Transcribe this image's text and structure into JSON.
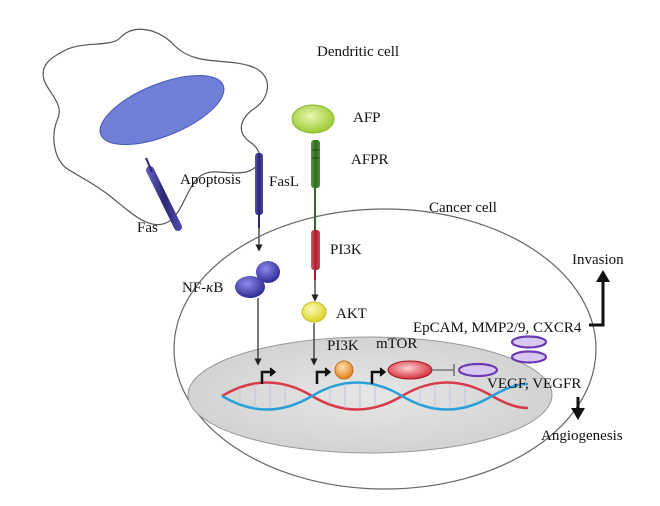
{
  "labels": {
    "dendritic_cell": "Dendritic cell",
    "afp": "AFP",
    "afpr": "AFPR",
    "apoptosis": "Apoptosis",
    "fasl": "FasL",
    "fas": "Fas",
    "cancer_cell": "Cancer cell",
    "pi3k_receptor": "PI3K",
    "nfkb_prefix": "NF-",
    "nfkb_kappa": "κ",
    "nfkb_suffix": "B",
    "akt": "AKT",
    "pi3k_nucleus": "PI3K",
    "mtor": "mTOR",
    "invasion": "Invasion",
    "markers": "EpCAM, MMP2/9, CXCR4",
    "vegf": "VEGF, VEGFR",
    "angiogenesis": "Angiogenesis"
  },
  "colors": {
    "nucleus_fill": "#6f7fd6",
    "fas_bar": "#2f2a78",
    "afp": "#a9d84a",
    "afpr": "#3d7a2a",
    "pi3k_bar": "#b8283a",
    "nfkb": "#3c3aa8",
    "akt": "#e8e03a",
    "pi3k_ball": "#e8902e",
    "mtor": "#d8283a",
    "vegf_ring": "#6a3ab0",
    "cancer_nucleus": "#d8d8d8",
    "dna_red": "#d83a4a",
    "dna_blue": "#2aa0d8"
  }
}
